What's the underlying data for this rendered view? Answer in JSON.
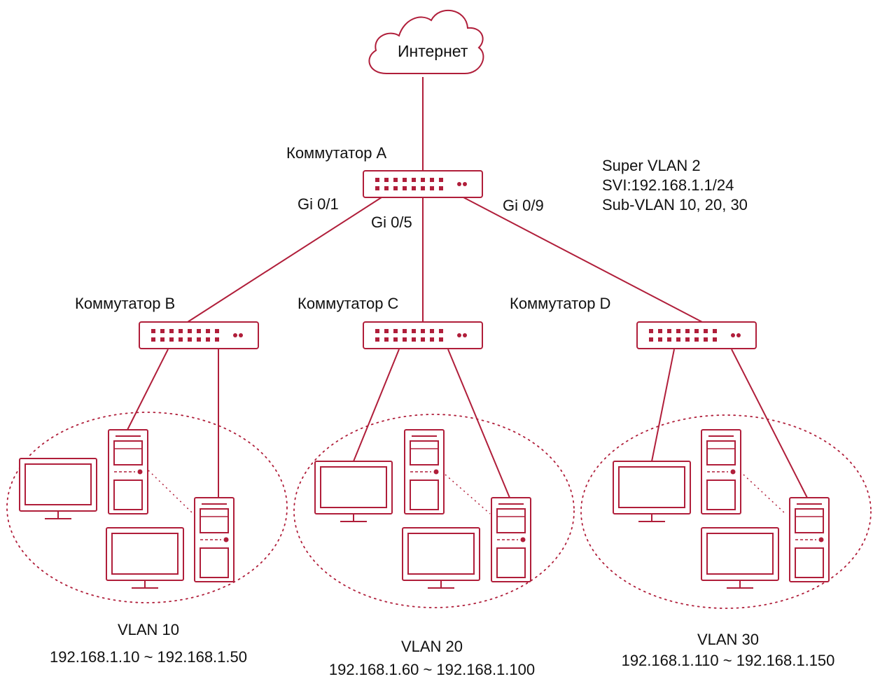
{
  "colors": {
    "device": "#b01e3a",
    "text": "#111111"
  },
  "internet": {
    "label": "Интернет",
    "icon": "cloud-icon"
  },
  "switch_a": {
    "label": "Коммутатор A",
    "icon": "network-switch-icon"
  },
  "switch_b": {
    "label": "Коммутатор B",
    "icon": "network-switch-icon"
  },
  "switch_c": {
    "label": "Коммутатор C",
    "icon": "network-switch-icon"
  },
  "switch_d": {
    "label": "Коммутатор D",
    "icon": "network-switch-icon"
  },
  "ports": {
    "gi01": "Gi 0/1",
    "gi05": "Gi 0/5",
    "gi09": "Gi 0/9"
  },
  "super_vlan": {
    "line1": "Super VLAN 2",
    "line2": "SVI:192.168.1.1/24",
    "line3": "Sub-VLAN 10, 20, 30"
  },
  "vlans": [
    {
      "name": "VLAN 10",
      "range": "192.168.1.10 ~ 192.168.1.50"
    },
    {
      "name": "VLAN 20",
      "range": "192.168.1.60 ~ 192.168.1.100"
    },
    {
      "name": "VLAN 30",
      "range": "192.168.1.110 ~ 192.168.1.150"
    }
  ],
  "host_icons": [
    "monitor-icon",
    "pc-tower-icon"
  ]
}
